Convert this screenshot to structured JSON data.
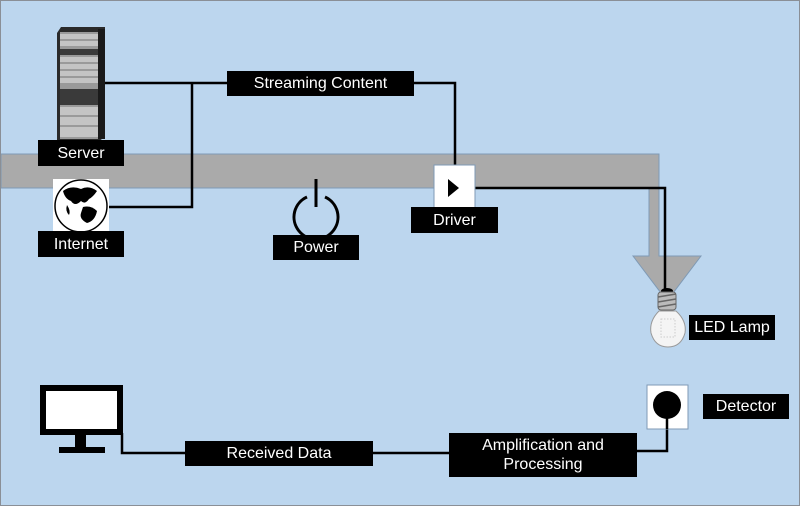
{
  "diagram": {
    "title": "Visible light communication system",
    "colors": {
      "background": "#bcd6ee",
      "light_path": "#aaaaaa",
      "label_bg": "#000000",
      "label_text": "#ffffff",
      "wire": "#000000"
    },
    "nodes": {
      "server": {
        "label": "Server",
        "icon": "server-rack-icon"
      },
      "internet": {
        "label": "Internet",
        "icon": "globe-icon"
      },
      "streaming": {
        "label": "Streaming Content"
      },
      "power": {
        "label": "Power",
        "icon": "power-icon"
      },
      "driver": {
        "label": "Driver",
        "icon": "driver-triangle-icon"
      },
      "lamp": {
        "label": "LED Lamp",
        "icon": "light-bulb-icon"
      },
      "detector": {
        "label": "Detector",
        "icon": "photodetector-icon"
      },
      "amplification": {
        "label_line1": "Amplification and",
        "label_line2": "Processing"
      },
      "received": {
        "label": "Received Data"
      },
      "monitor": {
        "icon": "monitor-icon"
      }
    },
    "connections": [
      {
        "from": "server",
        "to": "streaming"
      },
      {
        "from": "internet",
        "to": "streaming"
      },
      {
        "from": "streaming",
        "to": "driver"
      },
      {
        "from": "driver",
        "to": "lamp"
      },
      {
        "from": "detector",
        "to": "amplification"
      },
      {
        "from": "amplification",
        "to": "received"
      },
      {
        "from": "received",
        "to": "monitor"
      }
    ]
  }
}
